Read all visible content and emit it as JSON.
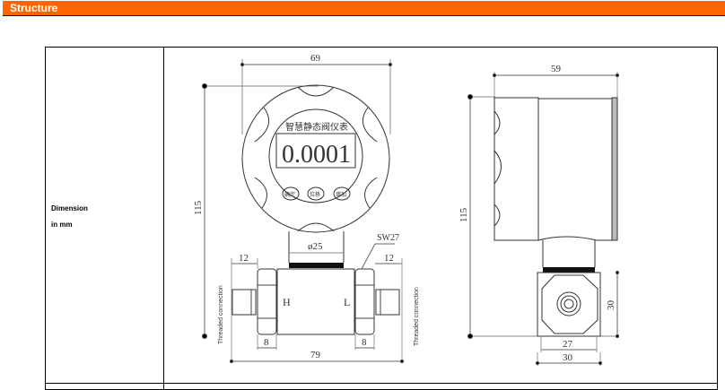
{
  "header": {
    "title": "Structure",
    "bg_color": "#ff6600"
  },
  "table": {
    "rows": [
      {
        "label_line1": "Dimension",
        "label_line2": "in mm"
      }
    ]
  },
  "front_view": {
    "width_top": "69",
    "height": "115",
    "device_title": "智慧静态阀仪表",
    "display_value": "0.0001",
    "buttons": [
      "确定",
      "位移",
      "增加"
    ],
    "neck_diameter": "ø25",
    "wrench_size": "SW27",
    "left_thread_len": "12",
    "right_thread_len": "12",
    "left_nut_len": "8",
    "right_nut_len": "8",
    "overall_length": "79",
    "port_high": "H",
    "port_low": "L",
    "left_connection_label": "Threaded connection",
    "right_connection_label": "Threaded connection"
  },
  "side_view": {
    "depth": "59",
    "height": "115",
    "block_height": "30",
    "hex_width": "27",
    "block_width": "30"
  }
}
